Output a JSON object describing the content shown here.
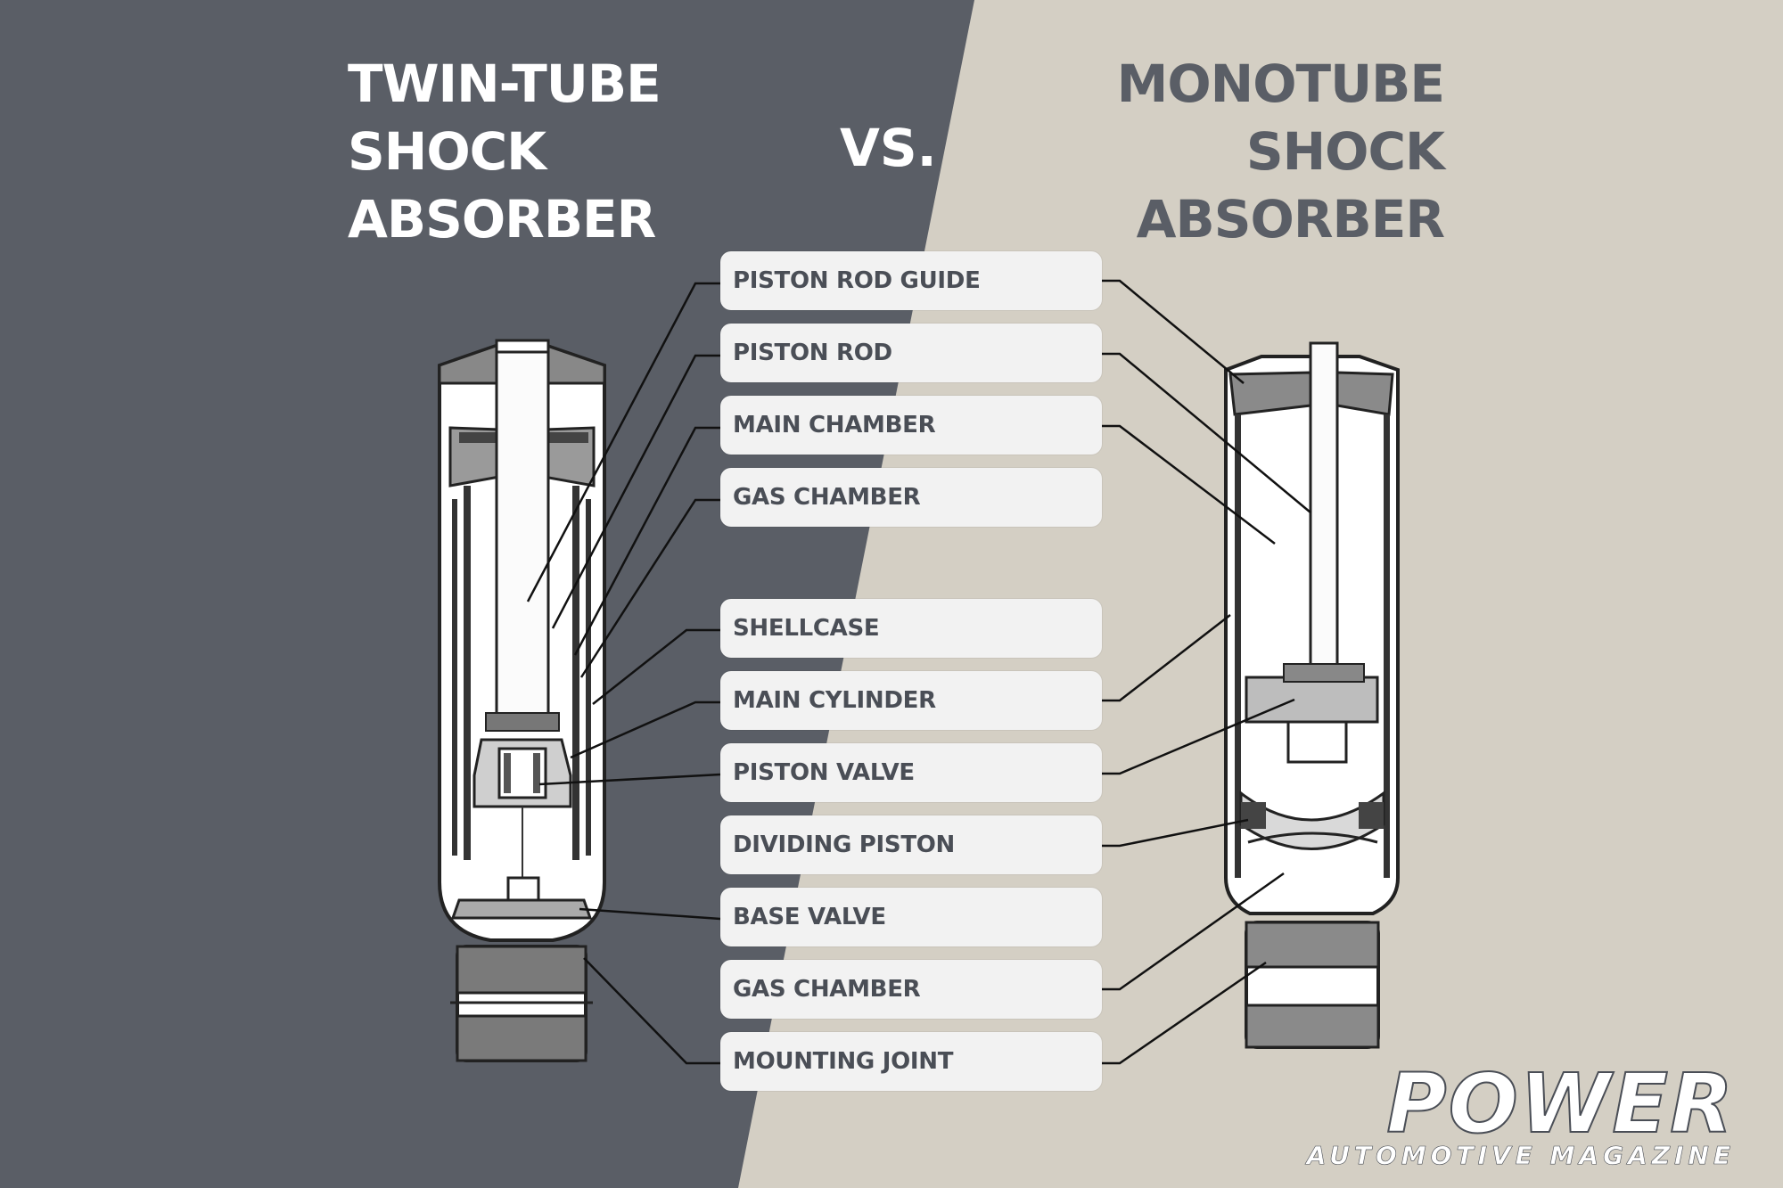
{
  "colors": {
    "dark_panel": "#5a5e66",
    "light_panel": "#d4cfc4",
    "label_bg": "#f2f2f2",
    "label_text": "#4a4e56",
    "title_left": "#ffffff",
    "title_right": "#5a5e66"
  },
  "titles": {
    "left": [
      "TWIN-TUBE",
      "SHOCK",
      "ABSORBER"
    ],
    "vs": "VS.",
    "right": [
      "MONOTUBE",
      "SHOCK",
      "ABSORBER"
    ]
  },
  "labels": [
    "PISTON ROD GUIDE",
    "PISTON ROD",
    "MAIN CHAMBER",
    "GAS CHAMBER",
    "SHELLCASE",
    "MAIN CYLINDER",
    "PISTON VALVE",
    "DIVIDING PISTON",
    "BASE VALVE",
    "GAS CHAMBER",
    "MOUNTING JOINT"
  ],
  "logo": {
    "main": "POWER",
    "sub": "AUTOMOTIVE MAGAZINE"
  }
}
